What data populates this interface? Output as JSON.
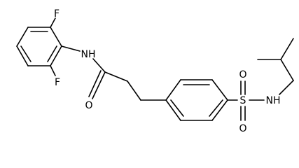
{
  "atoms": {
    "f_top": "F",
    "f_bottom": "F",
    "nh_amide": "NH",
    "o_carbonyl": "O",
    "s_sulfonyl": "S",
    "o_sulfonyl_top": "O",
    "o_sulfonyl_bottom": "O",
    "nh_sulfonamide": "NH"
  },
  "colors": {
    "bond": "#000000",
    "label": "#000000",
    "background": "#ffffff"
  }
}
